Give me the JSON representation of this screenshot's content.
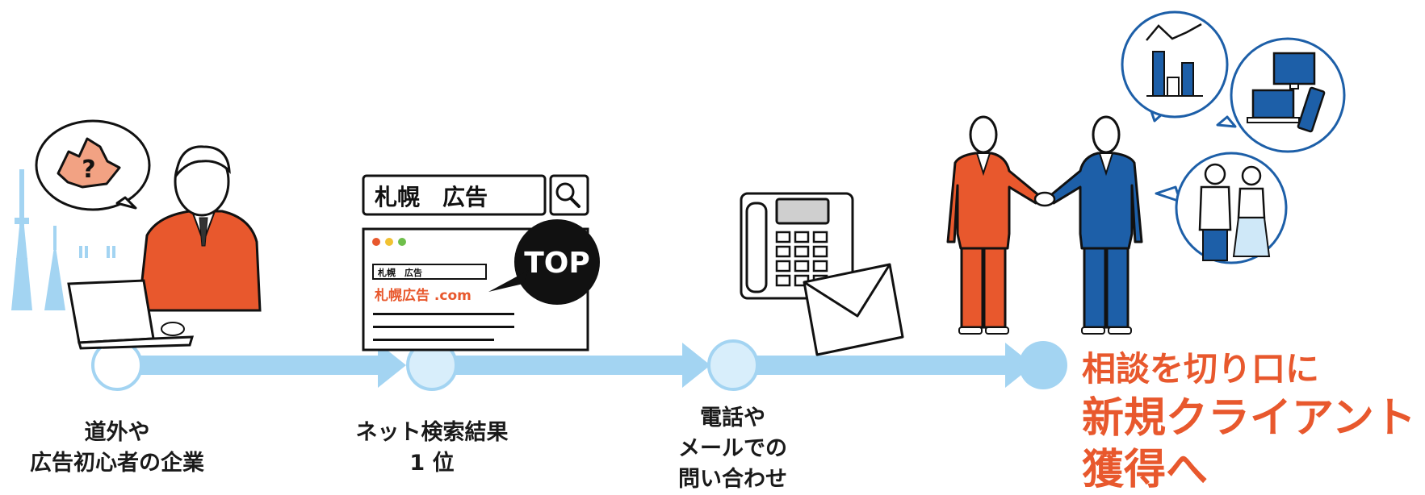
{
  "steps": [
    {
      "lines": [
        "道外や",
        "広告初心者の企業"
      ]
    },
    {
      "lines": [
        "ネット検索結果",
        "1 位"
      ]
    },
    {
      "lines": [
        "電話や",
        "メールでの",
        "問い合わせ"
      ]
    }
  ],
  "goal": {
    "line1": "相談を切り口に",
    "line2": "新規クライアント",
    "line3": "獲得へ"
  },
  "search": {
    "query": "札幌　広告",
    "mini_query": "札幌　広告",
    "result_link": "札幌広告 .com",
    "top_badge": "TOP"
  },
  "colors": {
    "timeline": "#a3d4f2",
    "accent_orange": "#e8582d",
    "accent_blue": "#1d5fa8",
    "circle_border": "#1d5fa8"
  }
}
